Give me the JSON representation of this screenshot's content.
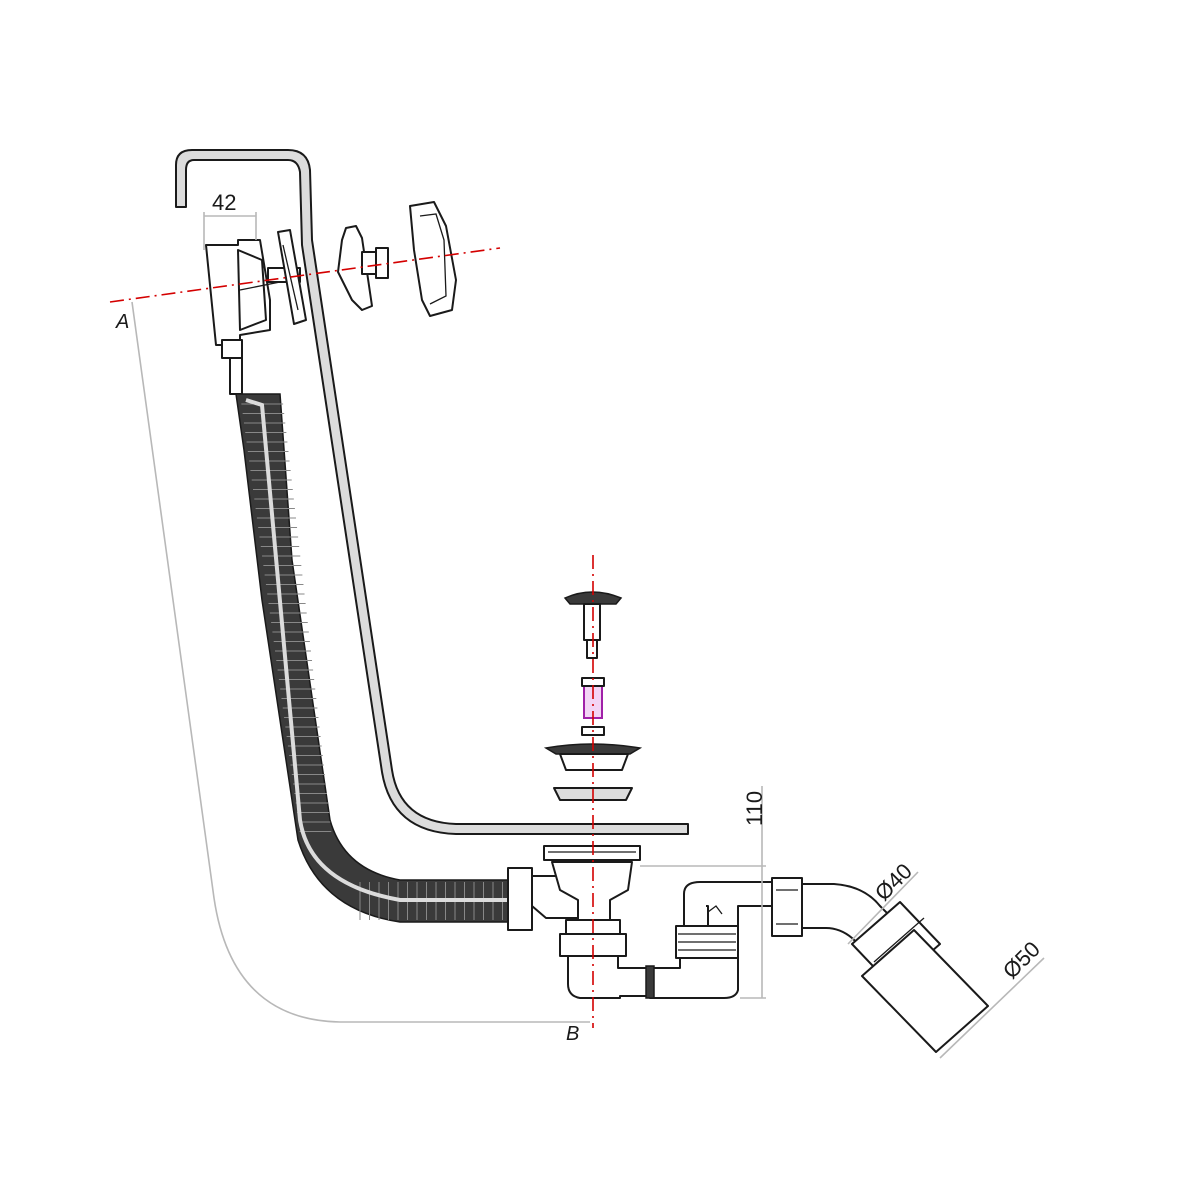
{
  "diagram": {
    "labels": {
      "dim_width": "42",
      "dim_height": "110",
      "dim_d40": "Ø40",
      "dim_d50": "Ø50",
      "point_a": "A",
      "point_b": "B"
    },
    "colors": {
      "line": "#1a1a1a",
      "axis": "#d40000",
      "dimension": "#b8b8b8",
      "pipe_fill": "#dcdcdc",
      "hose": "#3a3a3a",
      "accent": "#a020a8"
    }
  }
}
